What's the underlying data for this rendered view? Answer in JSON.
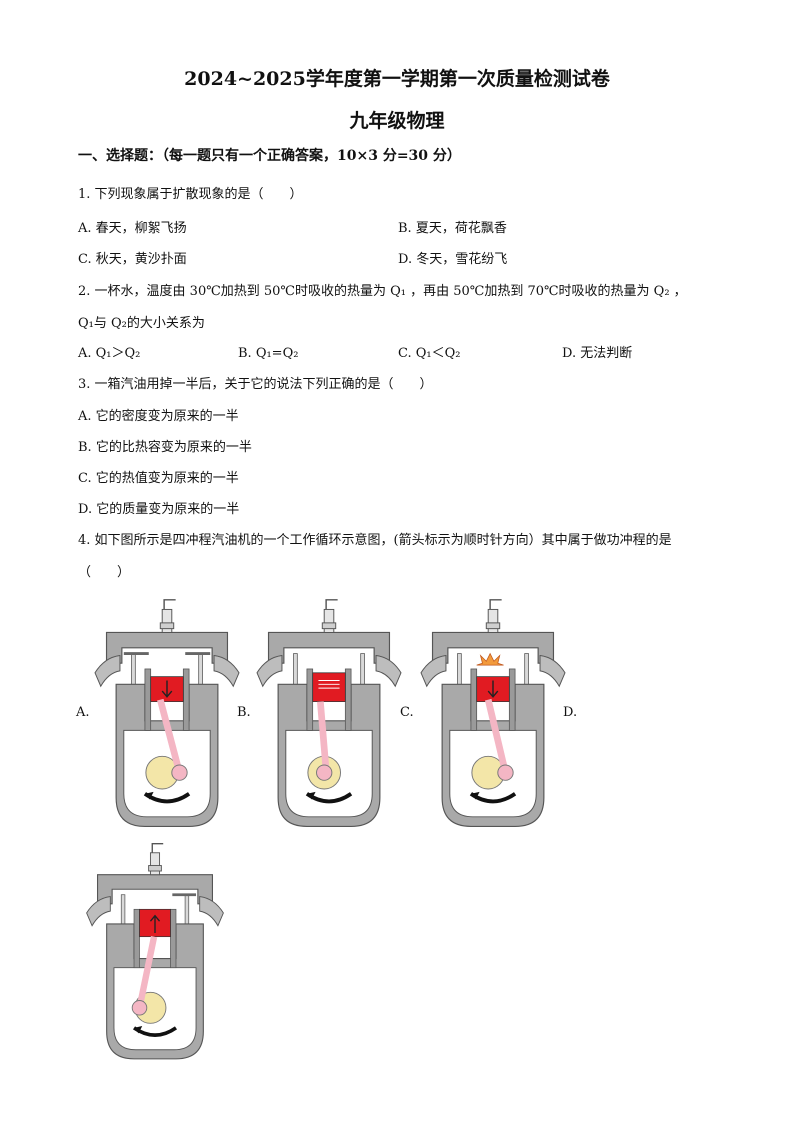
{
  "header": {
    "title": "2024~2025学年度第一学期第一次质量检测试卷",
    "subtitle": "九年级物理"
  },
  "section1": {
    "heading": "一、选择题：（每一题只有一个正确答案，10×3 分=30 分）"
  },
  "questions": [
    {
      "stem": "1. 下列现象属于扩散现象的是（　　）",
      "options": [
        "A. 春天，柳絮飞扬",
        "B. 夏天，荷花飘香",
        "C. 秋天，黄沙扑面",
        "D. 冬天，雪花纷飞"
      ]
    },
    {
      "stem_line1": "2. 一杯水，温度由 30℃加热到 50℃时吸收的热量为 Q₁ ，再由 50℃加热到 70℃时吸收的热量为 Q₂ ，",
      "stem_line2": "Q₁与 Q₂的大小关系为",
      "options": [
        "A. Q₁＞Q₂",
        "B. Q₁=Q₂",
        "C. Q₁＜Q₂",
        "D. 无法判断"
      ]
    },
    {
      "stem": "3. 一箱汽油用掉一半后，关于它的说法下列正确的是（　　）",
      "options": [
        "A. 它的密度变为原来的一半",
        "B. 它的比热容变为原来的一半",
        "C. 它的热值变为原来的一半",
        "D. 它的质量变为原来的一半"
      ]
    },
    {
      "stem_line1": "4. 如下图所示是四冲程汽油机的一个工作循环示意图，(箭头标示为顺时针方向）其中属于做功冲程的是",
      "stem_line2": "（　　）",
      "option_labels": [
        "A.",
        "B.",
        "C.",
        "D."
      ]
    }
  ],
  "colors": {
    "engine_wall": "#9a9a9a",
    "cylinder_fill": "#e11b22",
    "rod": "#f4b6c4",
    "crank": "#f3e6a8"
  },
  "icons": [
    "engine-intake-diagram",
    "engine-compression-diagram",
    "engine-power-diagram",
    "engine-exhaust-diagram"
  ]
}
